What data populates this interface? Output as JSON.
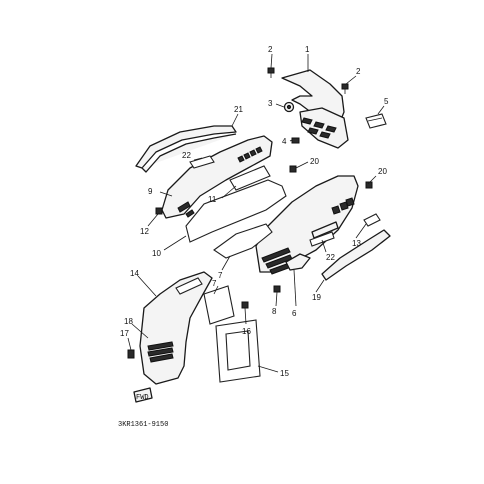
{
  "callouts": {
    "c1": "1",
    "c2a": "2",
    "c2b": "2",
    "c3": "3",
    "c4": "4",
    "c5": "5",
    "c6": "6",
    "c7a": "7",
    "c7b": "7",
    "c8": "8",
    "c9": "9",
    "c10": "10",
    "c11": "11",
    "c12": "12",
    "c13": "13",
    "c14": "14",
    "c15": "15",
    "c16": "16",
    "c17": "17",
    "c18": "18",
    "c19": "19",
    "c20a": "20",
    "c20b": "20",
    "c21": "21",
    "c22a": "22",
    "c22b": "22"
  },
  "part_code": "3KR1361-9150",
  "fwd_label": "FWD"
}
